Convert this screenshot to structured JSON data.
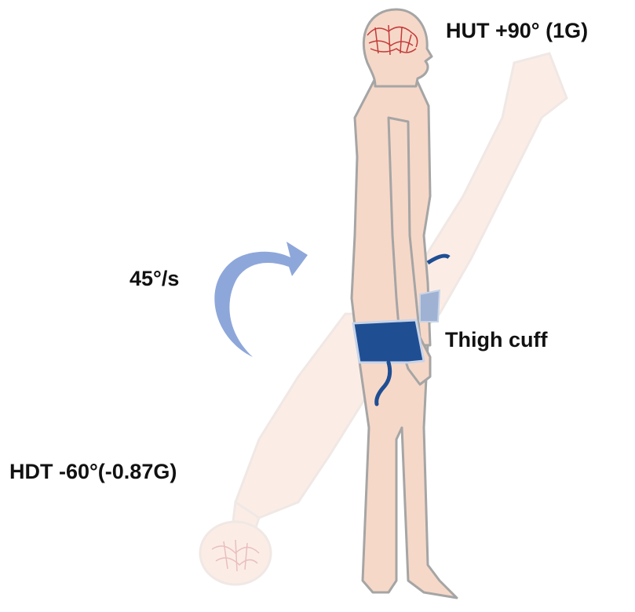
{
  "labels": {
    "hut": "HUT +90° (1G)",
    "rotation_rate": "45°/s",
    "cuff": "Thigh cuff",
    "hdt": "HDT -60°(-0.87G)"
  },
  "colors": {
    "skin": "#f6d8c8",
    "skin_outline": "#a2a2a2",
    "ghost_skin": "#fbe9e1",
    "ghost_outline": "#e8dcd6",
    "cuff": "#1f4e93",
    "cuff_light": "#9fb2d3",
    "arrow": "#8ea7da",
    "vessels": "#c33a3a"
  },
  "icons": {
    "rotation": "curved-arrow-icon",
    "brain": "brain-vessels-icon"
  }
}
